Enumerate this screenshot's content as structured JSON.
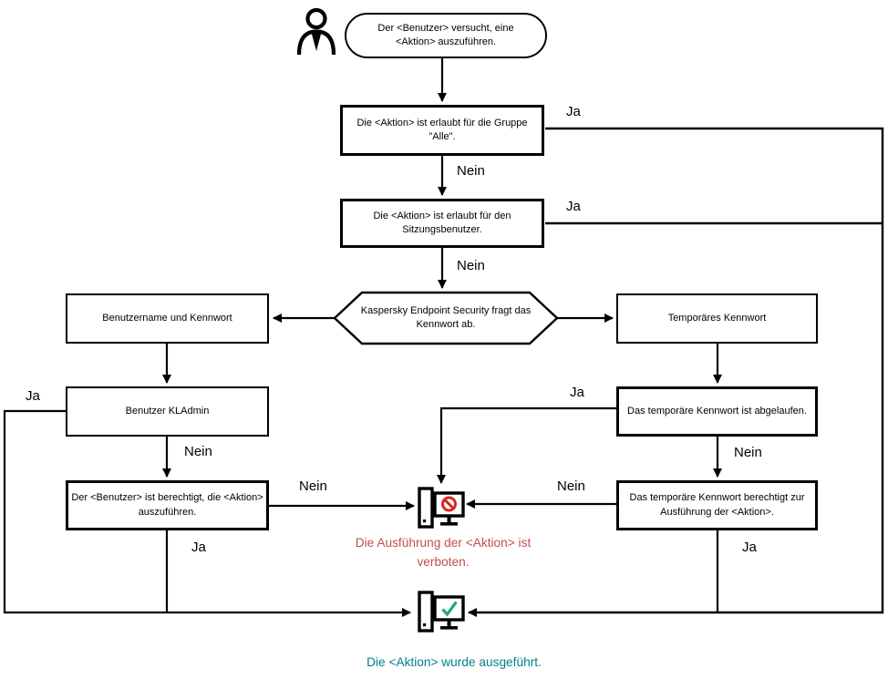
{
  "colors": {
    "line": "#000000",
    "box_background": "#ffffff",
    "denied_text": "#c0504d",
    "denied_icon_red": "#d32b1e",
    "success_text": "#00818c",
    "success_icon_green": "#27a776"
  },
  "icons": {
    "actor": "user-icon",
    "denied": "computer-blocked-icon",
    "success": "computer-check-icon"
  },
  "nodes": {
    "start": "Der <Benutzer> versucht, eine <Aktion> auszuführen.",
    "group_all": "Die <Aktion> ist erlaubt für die Gruppe \"Alle\".",
    "session_user": "Die <Aktion> ist erlaubt für den Sitzungsbenutzer.",
    "password_prompt": "Kaspersky Endpoint Security fragt das Kennwort ab.",
    "credentials": "Benutzername und Kennwort",
    "temp_password": "Temporäres Kennwort",
    "kladmin": "Benutzer KLAdmin",
    "user_authorized": "Der <Benutzer> ist berechtigt, die <Aktion> auszuführen.",
    "temp_expired": "Das temporäre Kennwort ist abgelaufen.",
    "temp_authorizes": "Das temporäre Kennwort berechtigt zur Ausführung der <Aktion>.",
    "denied_caption": "Die Ausführung der <Aktion> ist verboten.",
    "success_caption": "Die <Aktion> wurde ausgeführt."
  },
  "edge_labels": {
    "group_all_ja": "Ja",
    "group_all_nein": "Nein",
    "session_ja": "Ja",
    "session_nein": "Nein",
    "kladmin_ja": "Ja",
    "kladmin_nein": "Nein",
    "authorized_nein": "Nein",
    "authorized_ja": "Ja",
    "expired_ja": "Ja",
    "expired_nein": "Nein",
    "temp_auth_nein": "Nein",
    "temp_auth_ja": "Ja"
  }
}
